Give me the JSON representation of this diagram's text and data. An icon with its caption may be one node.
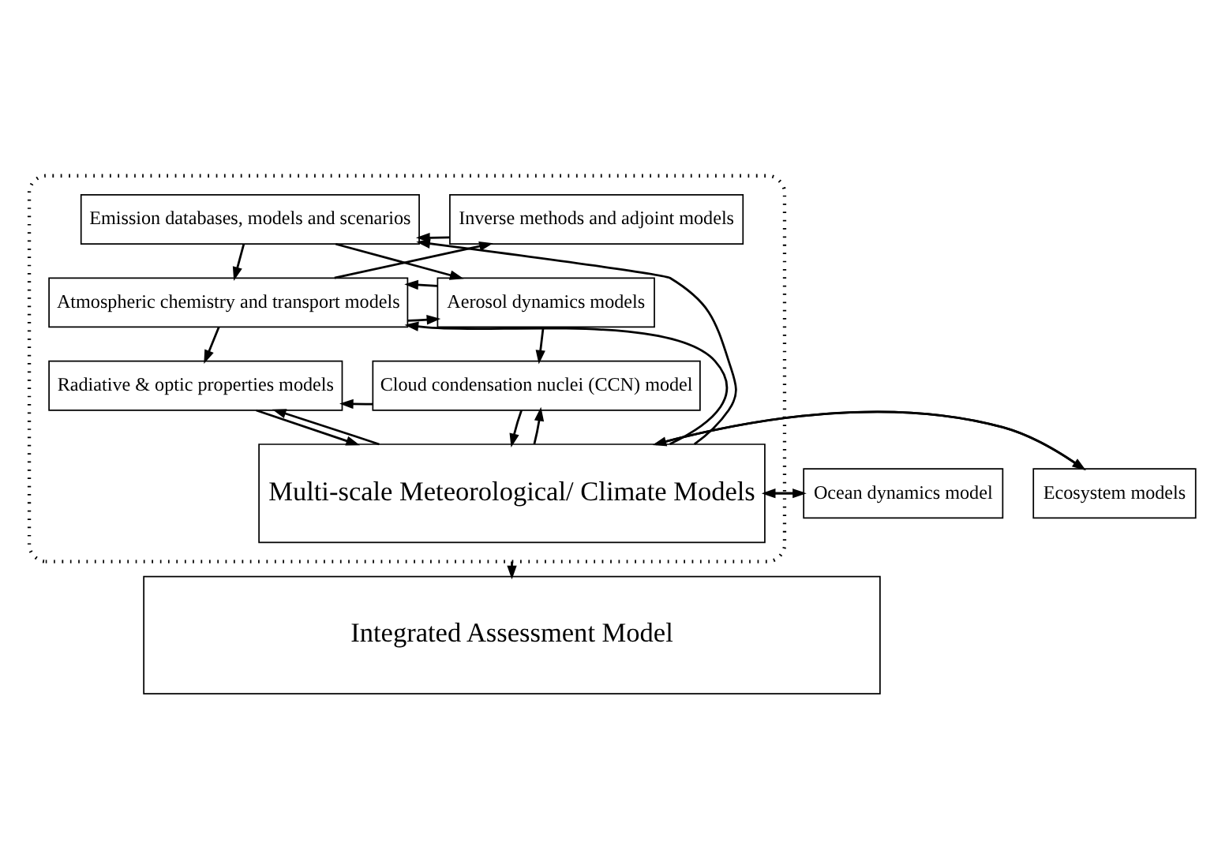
{
  "diagram": {
    "nodes": [
      {
        "text": [],
        "shape": "box"
      },
      {
        "text": [
          "Emission databases, models and scenarios"
        ],
        "in": 0
      },
      {
        "text": [
          "Inverse methods and adjoint models"
        ],
        "in": 0
      },
      {
        "text": [
          "Atmospheric chemistry and transport models"
        ],
        "in": 0
      },
      {
        "text": [
          "Aerosol dynamics models"
        ],
        "in": 0
      },
      {
        "text": [
          "Radiative & optic properties models"
        ],
        "in": 0
      },
      {
        "text": [
          "Cloud condensation nuclei (CCN) model"
        ],
        "in": 0
      },
      {
        "text": [
          "Multi-scale Meteorological/ Climate Models"
        ],
        "in": 0
      },
      {
        "text": [
          "Ocean dynamics model"
        ]
      },
      {
        "text": [
          "Ecosystem models"
        ]
      },
      {
        "text": [
          "Integrated Assessment Model"
        ]
      }
    ],
    "edges": [
      {
        "from": 2,
        "to": 1,
        "arrow": "to"
      },
      {
        "from": 1,
        "to": 3,
        "arrow": "to"
      },
      {
        "from": 1,
        "to": 4,
        "arrow": "to"
      },
      {
        "from": 3,
        "to": 2,
        "arrow": "to"
      },
      {
        "from": 3,
        "to": 4,
        "arrow": "to"
      },
      {
        "from": 4,
        "to": 3,
        "arrow": "to"
      },
      {
        "from": 3,
        "to": 5,
        "arrow": "to"
      },
      {
        "from": 4,
        "to": 6,
        "arrow": "to"
      },
      {
        "from": 6,
        "to": 5,
        "arrow": "to"
      },
      {
        "from": 7,
        "to": 5,
        "arrow": "to"
      },
      {
        "from": 5,
        "to": 7,
        "arrow": "to"
      },
      {
        "from": 6,
        "to": 7,
        "arrow": "to"
      },
      {
        "from": 7,
        "to": 6,
        "arrow": "to"
      },
      {
        "from": 7,
        "to": 1,
        "arrow": "to"
      },
      {
        "from": 7,
        "to": 3,
        "arrow": "to"
      },
      {
        "from": 8,
        "to": 7,
        "arrow": "to"
      },
      {
        "from": 7,
        "to": 8,
        "arrow": "to"
      },
      {
        "from": 7,
        "to": 9,
        "arrow": "to"
      },
      {
        "from": 9,
        "to": 7,
        "arrow": "to"
      },
      {
        "from": 0,
        "to": 10,
        "arrow": "to"
      }
    ]
  }
}
